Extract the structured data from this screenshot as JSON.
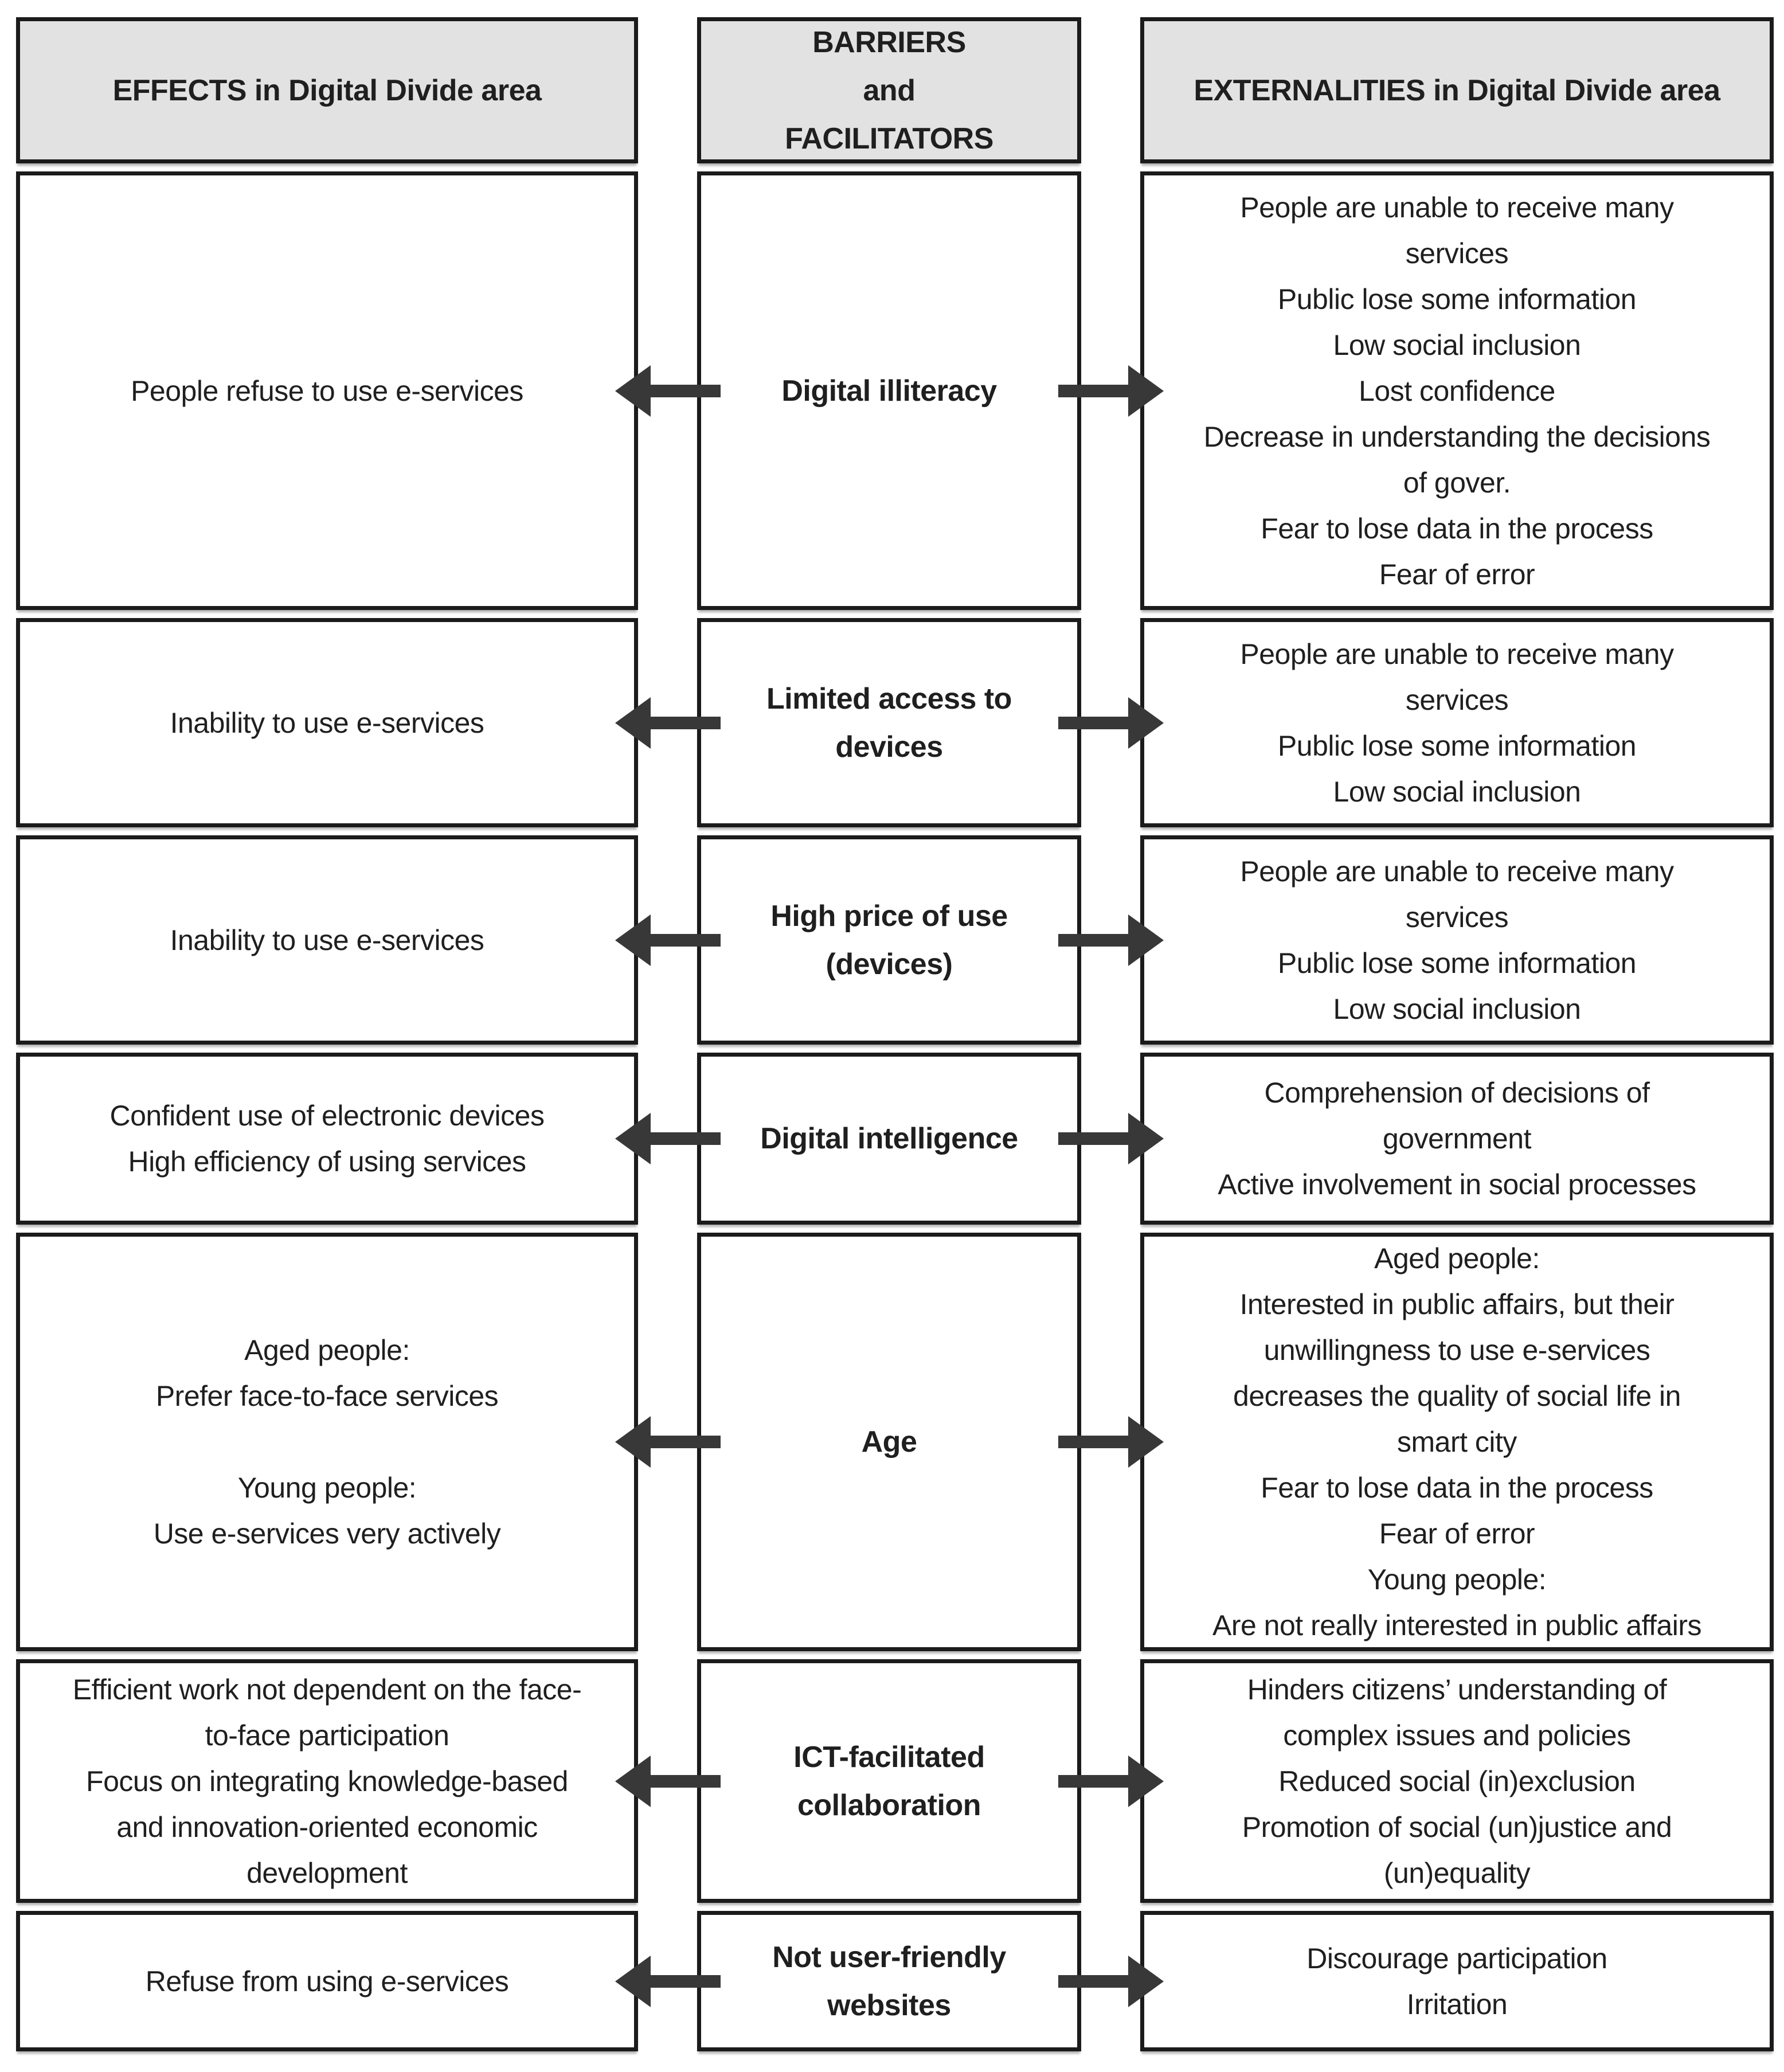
{
  "header": {
    "effects": [
      "EFFECTS in Digital Divide area"
    ],
    "barriers": [
      "BARRIERS",
      "and",
      "FACILITATORS"
    ],
    "externalities": [
      "EXTERNALITIES in Digital Divide area"
    ]
  },
  "rows": [
    {
      "effects": [
        "People refuse to use e-services"
      ],
      "barrier": [
        "Digital illiteracy"
      ],
      "externalities": [
        "People are unable to receive many",
        "services",
        "Public lose some information",
        "Low social inclusion",
        "Lost confidence",
        "Decrease in understanding the decisions",
        "of gover.",
        "Fear to lose data in the process",
        "Fear of error"
      ]
    },
    {
      "effects": [
        "Inability to use e-services"
      ],
      "barrier": [
        "Limited access to",
        "devices"
      ],
      "externalities": [
        "People are unable to receive many",
        "services",
        "Public lose some information",
        "Low social inclusion"
      ]
    },
    {
      "effects": [
        "Inability to use e-services"
      ],
      "barrier": [
        "High price of use",
        "(devices)"
      ],
      "externalities": [
        "People are unable to receive many",
        "services",
        "Public lose some information",
        "Low social inclusion"
      ]
    },
    {
      "effects": [
        "Confident use of electronic devices",
        "High efficiency of using services"
      ],
      "barrier": [
        "Digital intelligence"
      ],
      "externalities": [
        "Comprehension of decisions of",
        "government",
        "Active involvement in social processes"
      ]
    },
    {
      "effects": [
        "Aged people:",
        "Prefer face-to-face services",
        "",
        "Young people:",
        "Use e-services very actively"
      ],
      "barrier": [
        "Age"
      ],
      "externalities": [
        "Aged people:",
        "Interested in public affairs, but their",
        "unwillingness to use e-services",
        "decreases the quality of social life in",
        "smart city",
        "Fear to lose data in the process",
        "Fear of error",
        "Young people:",
        "Are not really interested in public affairs"
      ]
    },
    {
      "effects": [
        "Efficient work not dependent on the face-",
        "to-face participation",
        "Focus on integrating knowledge-based",
        "and innovation-oriented economic",
        "development"
      ],
      "barrier": [
        "ICT-facilitated",
        "collaboration"
      ],
      "externalities": [
        "Hinders citizens’ understanding of",
        "complex issues and policies",
        "Reduced social (in)exclusion",
        "Promotion of social (un)justice and",
        "(un)equality"
      ]
    },
    {
      "effects": [
        "Refuse from using e-services"
      ],
      "barrier": [
        "Not user-friendly",
        "websites"
      ],
      "externalities": [
        "Discourage participation",
        "Irritation"
      ]
    }
  ],
  "icons": {
    "left": "arrow-left",
    "right": "arrow-right"
  },
  "colors": {
    "border": "#1b1b1b",
    "header_bg": "#e2e2e2",
    "arrow": "#383838",
    "text": "#1f1f1f"
  }
}
